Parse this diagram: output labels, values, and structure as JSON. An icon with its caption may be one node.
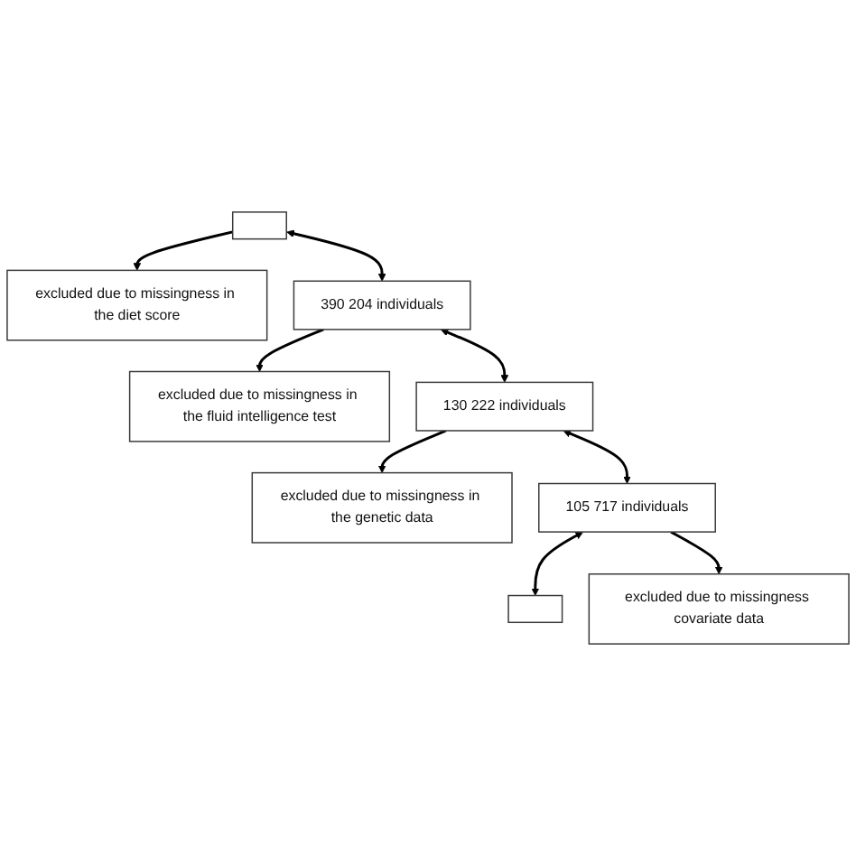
{
  "diagram": {
    "nodes": [
      {
        "text": [],
        "shape": "box"
      },
      {
        "text": [
          "excluded due to missingness in the diet score"
        ]
      },
      {
        "text": [
          "390 204 individuals"
        ]
      },
      {
        "text": [
          "excluded due to missingness in the fluid intelligence test"
        ]
      },
      {
        "text": [
          "130 222 individuals"
        ]
      },
      {
        "text": [
          "excluded due to missingness in the genetic data"
        ]
      },
      {
        "text": [
          "105 717 individuals"
        ]
      },
      {
        "text": [
          "excluded due to missingness covariate data"
        ]
      },
      {
        "text": [],
        "shape": "box"
      }
    ],
    "edges": [
      {
        "from": 0,
        "to": 2,
        "arrow": "both"
      },
      {
        "from": 0,
        "to": 1,
        "arrow": "to"
      },
      {
        "from": 2,
        "to": 4,
        "arrow": "both"
      },
      {
        "from": 2,
        "to": 3,
        "arrow": "to"
      },
      {
        "from": 4,
        "to": 6,
        "arrow": "both"
      },
      {
        "from": 4,
        "to": 5,
        "arrow": "to"
      },
      {
        "from": 6,
        "to": 8,
        "arrow": "both"
      },
      {
        "from": 6,
        "to": 7,
        "arrow": "to"
      }
    ]
  }
}
